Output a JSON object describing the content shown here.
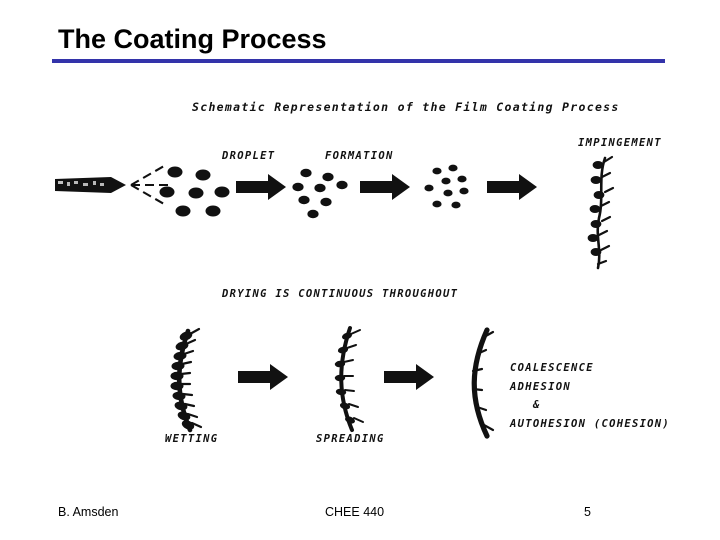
{
  "slide": {
    "title": "The Coating Process",
    "rule_color": "#3333aa"
  },
  "figure": {
    "caption": "Schematic Representation of the Film Coating Process",
    "row1": {
      "label_droplet": "DROPLET",
      "label_formation": "FORMATION",
      "label_impingement": "IMPINGEMENT"
    },
    "middle_note": "DRYING IS CONTINUOUS THROUGHOUT",
    "row2": {
      "label_wetting": "WETTING",
      "label_spreading": "SPREADING",
      "note_line1": "COALESCENCE",
      "note_line2": "ADHESION",
      "note_line3": "&",
      "note_line4": "AUTOHESION (COHESION)"
    }
  },
  "footer": {
    "author": "B. Amsden",
    "course": "CHEE 440",
    "page": "5"
  }
}
